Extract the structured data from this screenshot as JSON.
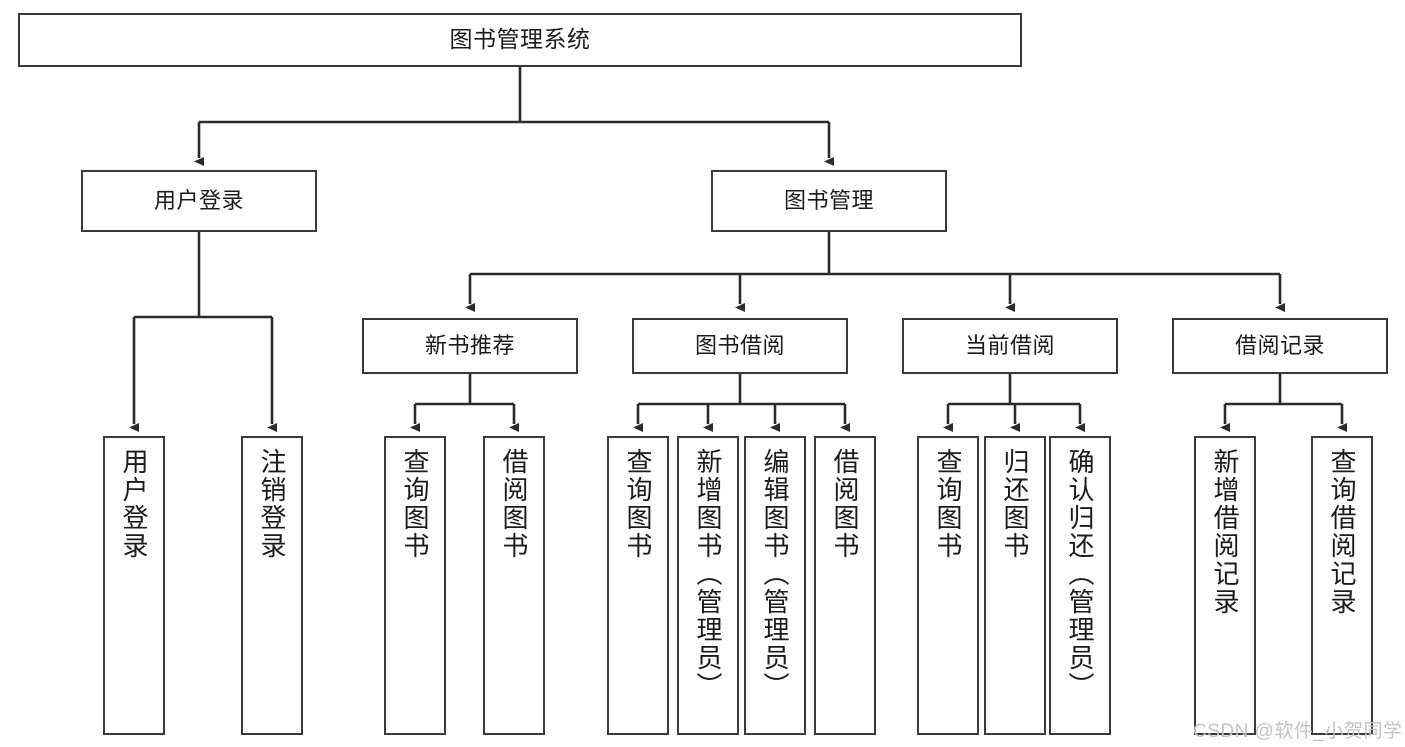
{
  "diagram": {
    "title": "图书管理系统",
    "watermark": "CSDN @软件_小贺同学",
    "colors": {
      "border": "#3a3a3a",
      "edge": "#2b2b2b",
      "background": "#ffffff",
      "text": "#1b1b1b",
      "watermark": "#c2c2c2"
    }
  },
  "nodes": {
    "root": {
      "label": "图书管理系统"
    },
    "level2": [
      {
        "label": "用户登录"
      },
      {
        "label": "图书管理"
      }
    ],
    "level3": [
      {
        "label": "新书推荐"
      },
      {
        "label": "图书借阅"
      },
      {
        "label": "当前借阅"
      },
      {
        "label": "借阅记录"
      }
    ],
    "leaves_user_login": [
      {
        "label": "用户登录"
      },
      {
        "label": "注销登录"
      }
    ],
    "leaves_new_books": [
      {
        "label": "查询图书"
      },
      {
        "label": "借阅图书"
      }
    ],
    "leaves_borrow": [
      {
        "label": "查询图书"
      },
      {
        "label": "新增图书（管理员）"
      },
      {
        "label": "编辑图书（管理员）"
      },
      {
        "label": "借阅图书"
      }
    ],
    "leaves_current": [
      {
        "label": "查询图书"
      },
      {
        "label": "归还图书"
      },
      {
        "label": "确认归还（管理员）"
      }
    ],
    "leaves_records": [
      {
        "label": "新增借阅记录"
      },
      {
        "label": "查询借阅记录"
      }
    ]
  }
}
